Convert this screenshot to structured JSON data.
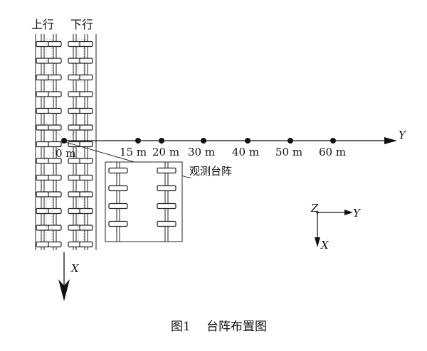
{
  "tracks": {
    "up_label": "上行",
    "down_label": "下行"
  },
  "station_labels": [
    "0 m",
    "15 m",
    "20 m",
    "30 m",
    "40 m",
    "50 m",
    "60 m"
  ],
  "main_axes": {
    "y_label": "Y",
    "x_label": "X"
  },
  "array_label": "观测台阵",
  "legend_axes": {
    "z": "Z",
    "y": "Y",
    "x": "X"
  },
  "caption": {
    "number": "图1",
    "title": "台阵布置图"
  },
  "colors": {
    "ink": "#111111",
    "line": "#222222",
    "faint": "#888888"
  }
}
